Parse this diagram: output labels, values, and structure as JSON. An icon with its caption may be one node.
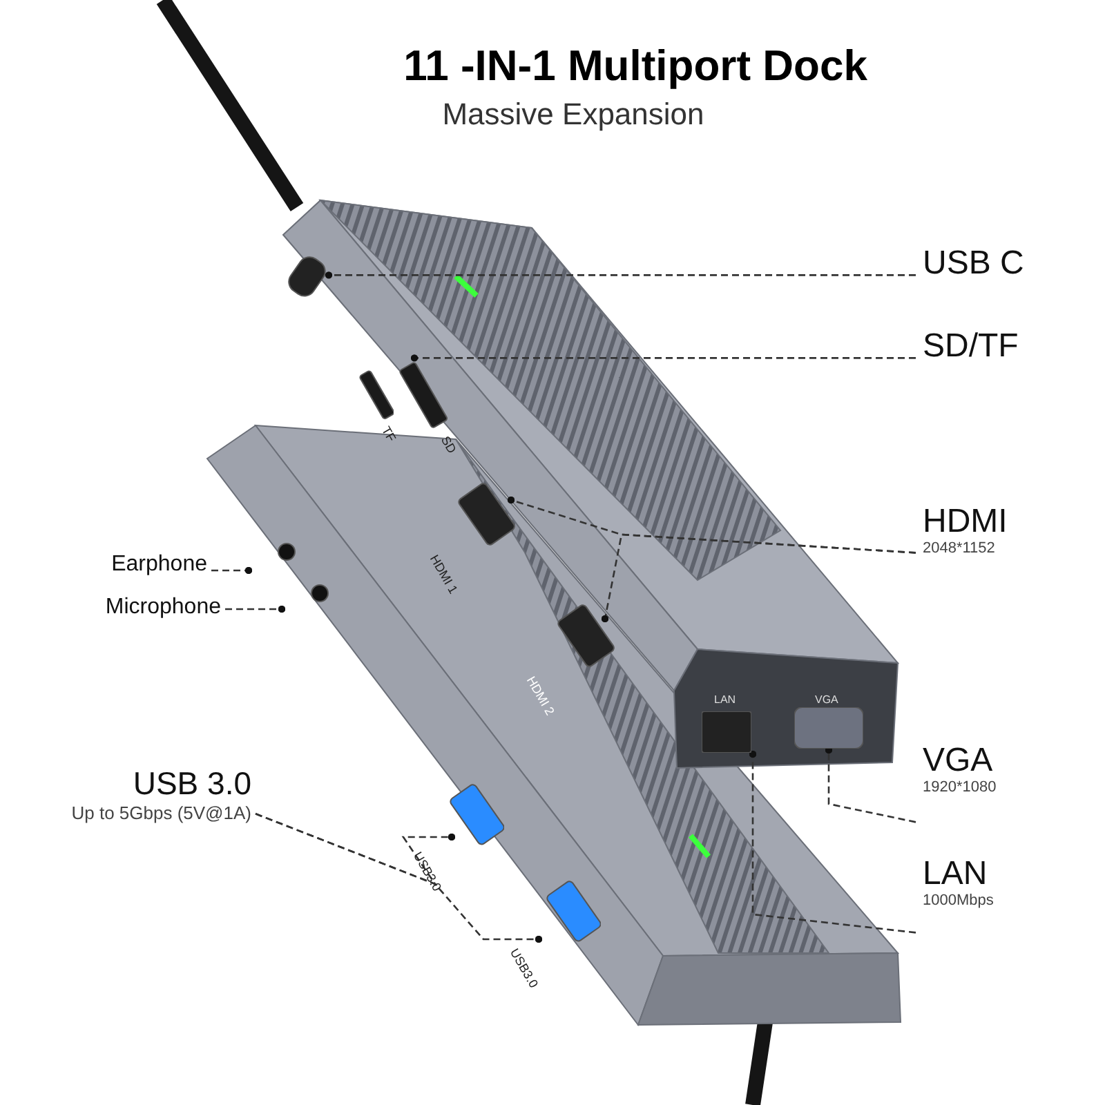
{
  "diagram": {
    "title": "11 -IN-1 Multiport Dock",
    "nodes": [
      {
        "text": [
          "USB C"
        ]
      },
      {
        "text": [
          "SD/TF"
        ]
      },
      {
        "text": [
          "HDMI",
          "2048*1152"
        ]
      },
      {
        "text": [
          "Earphone"
        ]
      },
      {
        "text": [
          "Microphone"
        ]
      },
      {
        "text": [
          "USB 3.0",
          "Up to 5Gbps (5V@1A)"
        ]
      },
      {
        "text": [
          "VGA",
          "1920*1080"
        ]
      },
      {
        "text": [
          "LAN",
          "1000Mbps"
        ]
      },
      {
        "text": [],
        "shape": "box"
      },
      {
        "text": [],
        "shape": "box",
        "beside": [
          "SD"
        ]
      },
      {
        "text": [],
        "shape": "box",
        "beside": [
          "HDMI 1"
        ]
      },
      {
        "text": [],
        "shape": "box",
        "beside": [
          "HDMI 2"
        ]
      },
      {
        "text": [],
        "shape": "circle"
      },
      {
        "text": [],
        "shape": "circle"
      },
      {
        "text": [],
        "shape": "box",
        "beside": [
          "USB3.0"
        ]
      },
      {
        "text": [],
        "shape": "box",
        "beside": [
          "USB3.0"
        ]
      },
      {
        "text": [],
        "shape": "box",
        "beside": [
          "LAN"
        ]
      },
      {
        "text": [],
        "shape": "box",
        "beside": [
          "VGA"
        ]
      },
      {
        "text": [],
        "shape": "box",
        "beside": [
          "TF"
        ]
      }
    ],
    "edges": [
      {
        "from": 0,
        "to": 8,
        "arrow": "other",
        "style": "dashed"
      },
      {
        "from": 1,
        "to": 9,
        "arrow": "other",
        "style": "dashed"
      },
      {
        "from": 2,
        "to": 10,
        "arrow": "other",
        "style": "dashed"
      },
      {
        "from": 2,
        "to": 11,
        "arrow": "other",
        "style": "dashed"
      },
      {
        "from": 3,
        "to": 12,
        "arrow": "other",
        "style": "dashed"
      },
      {
        "from": 4,
        "to": 13,
        "arrow": "other",
        "style": "dashed"
      },
      {
        "from": 5,
        "to": 14,
        "arrow": "other",
        "style": "dashed"
      },
      {
        "from": 5,
        "to": 15,
        "arrow": "other",
        "style": "dashed"
      },
      {
        "from": 6,
        "to": 17,
        "arrow": "other",
        "style": "dashed"
      },
      {
        "from": 7,
        "to": 16,
        "arrow": "other",
        "style": "dashed"
      }
    ],
    "labels": [
      "Massive Expansion"
    ]
  }
}
